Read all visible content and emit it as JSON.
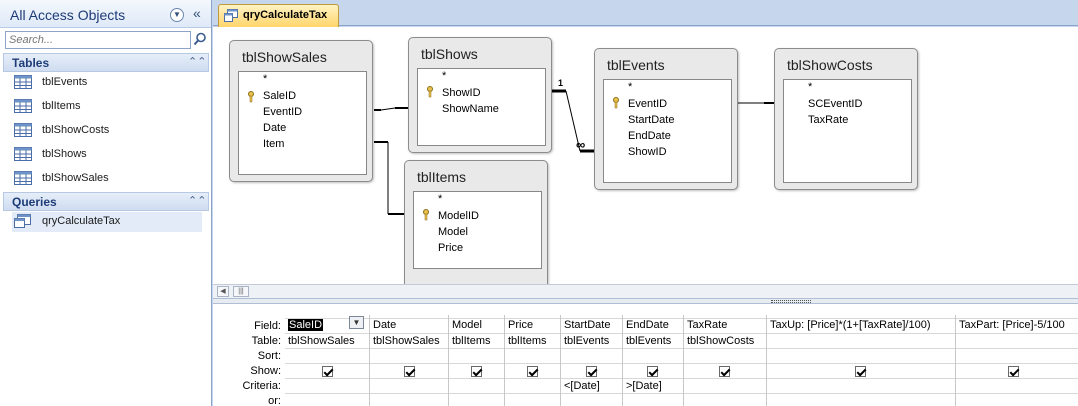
{
  "nav": {
    "title": "All Access Objects",
    "search_placeholder": "Search...",
    "groups": {
      "tables": {
        "label": "Tables",
        "items": [
          "tblEvents",
          "tblItems",
          "tblShowCosts",
          "tblShows",
          "tblShowSales"
        ]
      },
      "queries": {
        "label": "Queries",
        "items": [
          "qryCalculateTax"
        ]
      }
    }
  },
  "tab": {
    "label": "qryCalculateTax"
  },
  "tables": {
    "tblShowSales": {
      "title": "tblShowSales",
      "fields": [
        "*",
        "SaleID",
        "EventID",
        "Date",
        "Item"
      ]
    },
    "tblShows": {
      "title": "tblShows",
      "fields": [
        "*",
        "ShowID",
        "ShowName"
      ]
    },
    "tblEvents": {
      "title": "tblEvents",
      "fields": [
        "*",
        "EventID",
        "StartDate",
        "EndDate",
        "ShowID"
      ]
    },
    "tblShowCosts": {
      "title": "tblShowCosts",
      "fields": [
        "*",
        "SCEventID",
        "TaxRate"
      ]
    },
    "tblItems": {
      "title": "tblItems",
      "fields": [
        "*",
        "ModelID",
        "Model",
        "Price"
      ]
    }
  },
  "relationship": {
    "one_label": "1",
    "many_label": "∞"
  },
  "grid": {
    "row_labels": {
      "field": "Field:",
      "table": "Table:",
      "sort": "Sort:",
      "show": "Show:",
      "criteria": "Criteria:",
      "or": "or:"
    },
    "columns": [
      {
        "field": "SaleID",
        "table": "tblShowSales",
        "criteria": "",
        "show": true
      },
      {
        "field": "Date",
        "table": "tblShowSales",
        "criteria": "",
        "show": true
      },
      {
        "field": "Model",
        "table": "tblItems",
        "criteria": "",
        "show": true
      },
      {
        "field": "Price",
        "table": "tblItems",
        "criteria": "",
        "show": true
      },
      {
        "field": "StartDate",
        "table": "tblEvents",
        "criteria": "<[Date]",
        "show": true
      },
      {
        "field": "EndDate",
        "table": "tblEvents",
        "criteria": ">[Date]",
        "show": true
      },
      {
        "field": "TaxRate",
        "table": "tblShowCosts",
        "criteria": "",
        "show": true
      },
      {
        "field": "TaxUp: [Price]*(1+[TaxRate]/100)",
        "table": "",
        "criteria": "",
        "show": true
      },
      {
        "field": "TaxPart: [Price]-5/100",
        "table": "",
        "criteria": "",
        "show": true
      }
    ]
  },
  "colors": {
    "nav_title": "#1e3c78",
    "tab_active": "#ffd56a",
    "frame": "#c6d6ec"
  }
}
